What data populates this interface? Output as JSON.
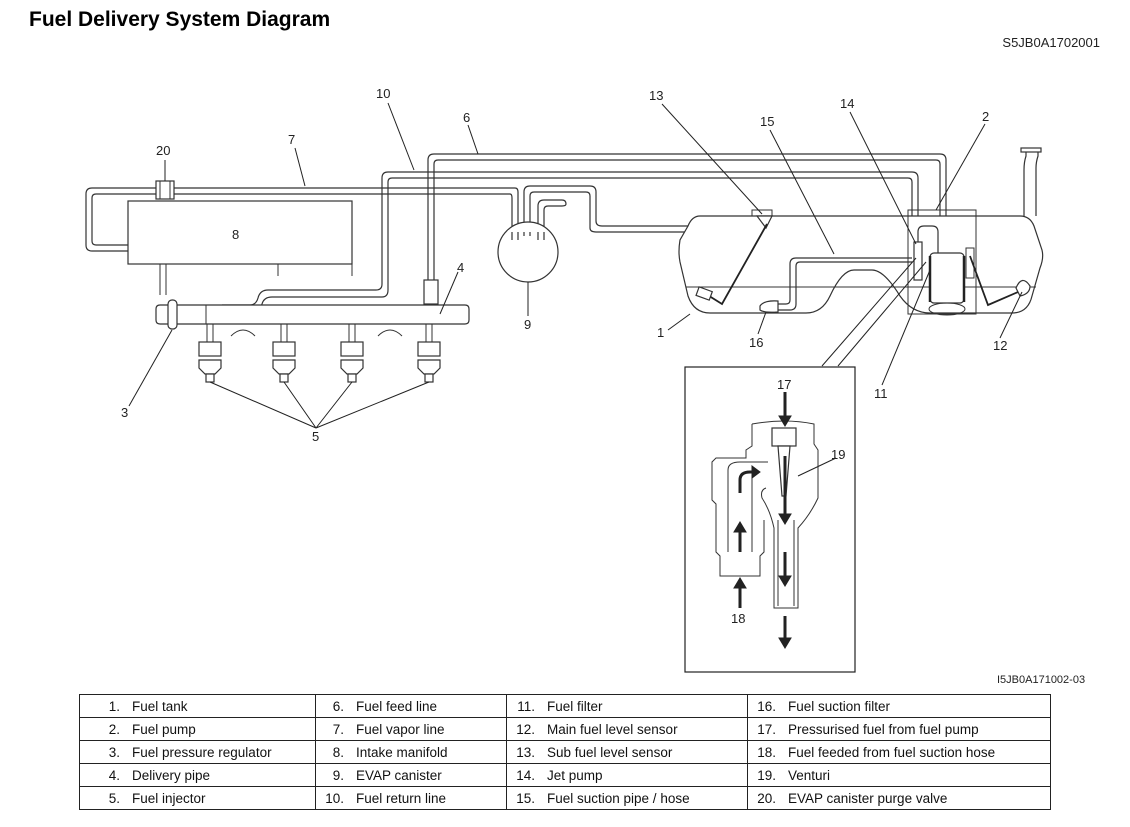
{
  "title": "Fuel Delivery System Diagram",
  "figure_code_top": "S5JB0A1702001",
  "figure_code_bottom": "I5JB0A171002-03",
  "callouts": {
    "c1": "1",
    "c2": "2",
    "c3": "3",
    "c4": "4",
    "c5": "5",
    "c6": "6",
    "c7": "7",
    "c8": "8",
    "c9": "9",
    "c10": "10",
    "c11": "11",
    "c12": "12",
    "c13": "13",
    "c14": "14",
    "c15": "15",
    "c16": "16",
    "c17": "17",
    "c18": "18",
    "c19": "19",
    "c20": "20"
  },
  "legend": [
    [
      {
        "num": "1.",
        "label": "Fuel tank"
      },
      {
        "num": "6.",
        "label": "Fuel feed line"
      },
      {
        "num": "11.",
        "label": "Fuel filter"
      },
      {
        "num": "16.",
        "label": "Fuel suction filter"
      }
    ],
    [
      {
        "num": "2.",
        "label": "Fuel pump"
      },
      {
        "num": "7.",
        "label": "Fuel vapor line"
      },
      {
        "num": "12.",
        "label": "Main fuel level sensor"
      },
      {
        "num": "17.",
        "label": "Pressurised fuel from fuel pump"
      }
    ],
    [
      {
        "num": "3.",
        "label": "Fuel pressure regulator"
      },
      {
        "num": "8.",
        "label": "Intake manifold"
      },
      {
        "num": "13.",
        "label": "Sub fuel level sensor"
      },
      {
        "num": "18.",
        "label": "Fuel feeded from fuel suction hose"
      }
    ],
    [
      {
        "num": "4.",
        "label": "Delivery pipe"
      },
      {
        "num": "9.",
        "label": "EVAP canister"
      },
      {
        "num": "14.",
        "label": "Jet pump"
      },
      {
        "num": "19.",
        "label": "Venturi"
      }
    ],
    [
      {
        "num": "5.",
        "label": "Fuel injector"
      },
      {
        "num": "10.",
        "label": "Fuel return line"
      },
      {
        "num": "15.",
        "label": "Fuel suction pipe / hose"
      },
      {
        "num": "20.",
        "label": "EVAP canister purge valve"
      }
    ]
  ]
}
